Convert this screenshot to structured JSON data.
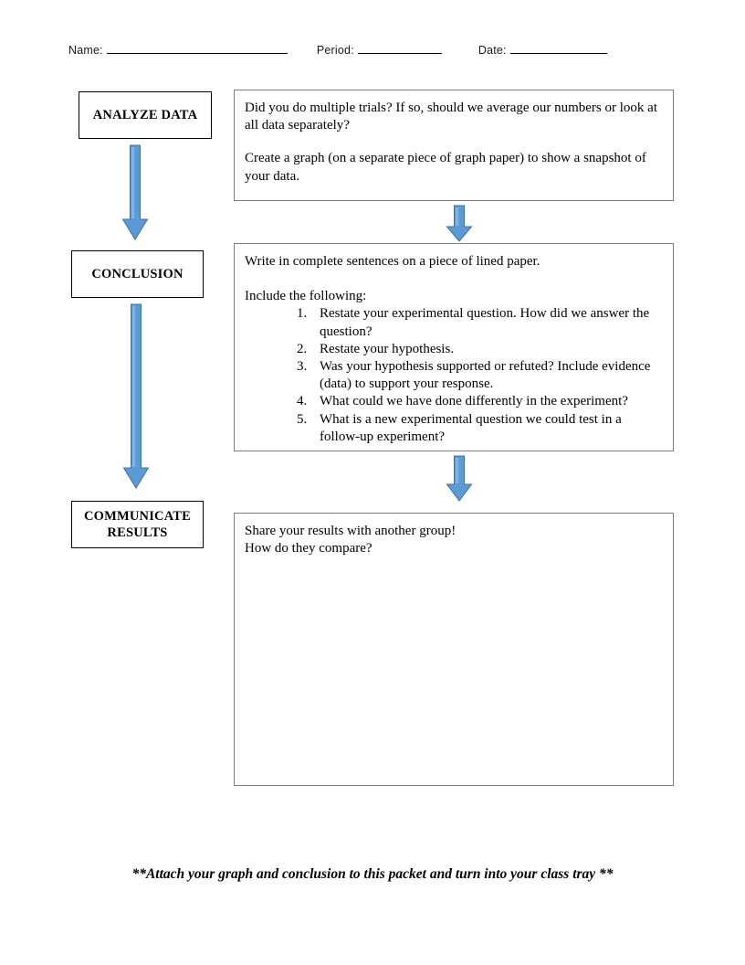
{
  "page": {
    "title": "Scientific Method Packet - Analyze Data, Conclusion, Communicate Results"
  },
  "header": {
    "name_label": "Name:",
    "period_label": "Period:",
    "date_label": "Date:",
    "name_value": "",
    "period_value": "",
    "date_value": ""
  },
  "stages": [
    {
      "id": "analyze",
      "label": "ANALYZE DATA"
    },
    {
      "id": "conclusion",
      "label": "CONCLUSION"
    },
    {
      "id": "communicate",
      "label": "COMMUNICATE\nRESULTS",
      "line1": "COMMUNICATE",
      "line2": "RESULTS"
    }
  ],
  "content": {
    "analyze": {
      "paragraph_1": "Did you do multiple trials? If so, should we average our numbers or look at all data separately?",
      "paragraph_2": "Create a graph (on a separate piece of graph paper) to show a snapshot of your data."
    },
    "conclusion": {
      "lead": "Write in complete sentences on a piece of lined paper.",
      "sub_lead": "Include the following:",
      "steps": [
        "Restate your experimental question.  How did we answer the question?",
        "Restate your hypothesis.",
        "Was your hypothesis supported or refuted?  Include evidence (data) to support your response.",
        "What could we have done differently in the experiment?",
        "What is a new experimental question we could test in a follow-up experiment?"
      ]
    },
    "communicate": {
      "line_1": "Share your results with another group!",
      "line_2": "How do they compare?",
      "answer_area_value": ""
    }
  },
  "arrows": {
    "fill": "#5B9BD5",
    "stroke": "#41719C",
    "highlight": "#7FB5E3",
    "analyze_to_conclusion": "down-arrow-icon",
    "conclusion_to_communicate": "down-arrow-icon",
    "analyze_box_to_conclusion_box": "down-arrow-icon",
    "conclusion_box_to_communicate_box": "down-arrow-icon"
  },
  "footer": {
    "note": "**Attach your graph and conclusion to this packet and turn into your class tray **"
  },
  "colors": {
    "text": "#000000",
    "stage_border": "#000000",
    "content_border": "#7f7f7f",
    "page_background": "#ffffff",
    "arrow_blue": "#5B9BD5"
  }
}
